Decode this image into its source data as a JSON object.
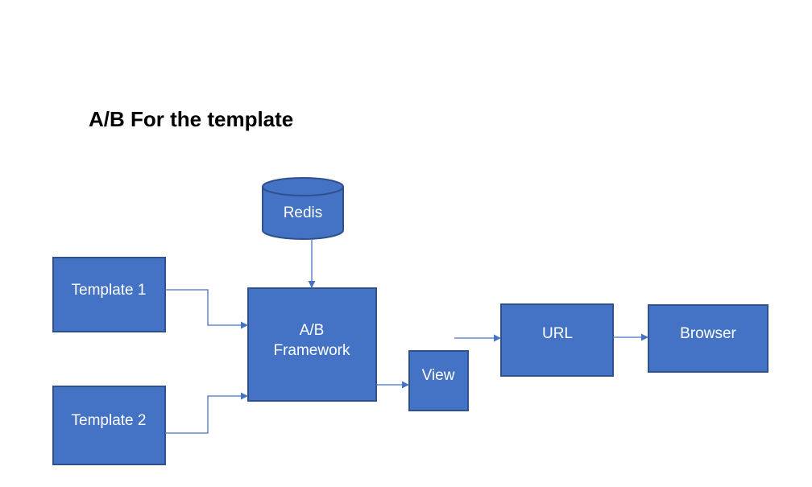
{
  "title": "A/B For the template",
  "colors": {
    "node_fill": "#4472C4",
    "node_stroke": "#2F528F",
    "connector": "#4472C4",
    "text": "#FFFFFF"
  },
  "nodes": {
    "redis": "Redis",
    "template1": "Template 1",
    "template2": "Template 2",
    "framework_line1": "A/B",
    "framework_line2": "Framework",
    "view": "View",
    "url": "URL",
    "browser": "Browser"
  }
}
